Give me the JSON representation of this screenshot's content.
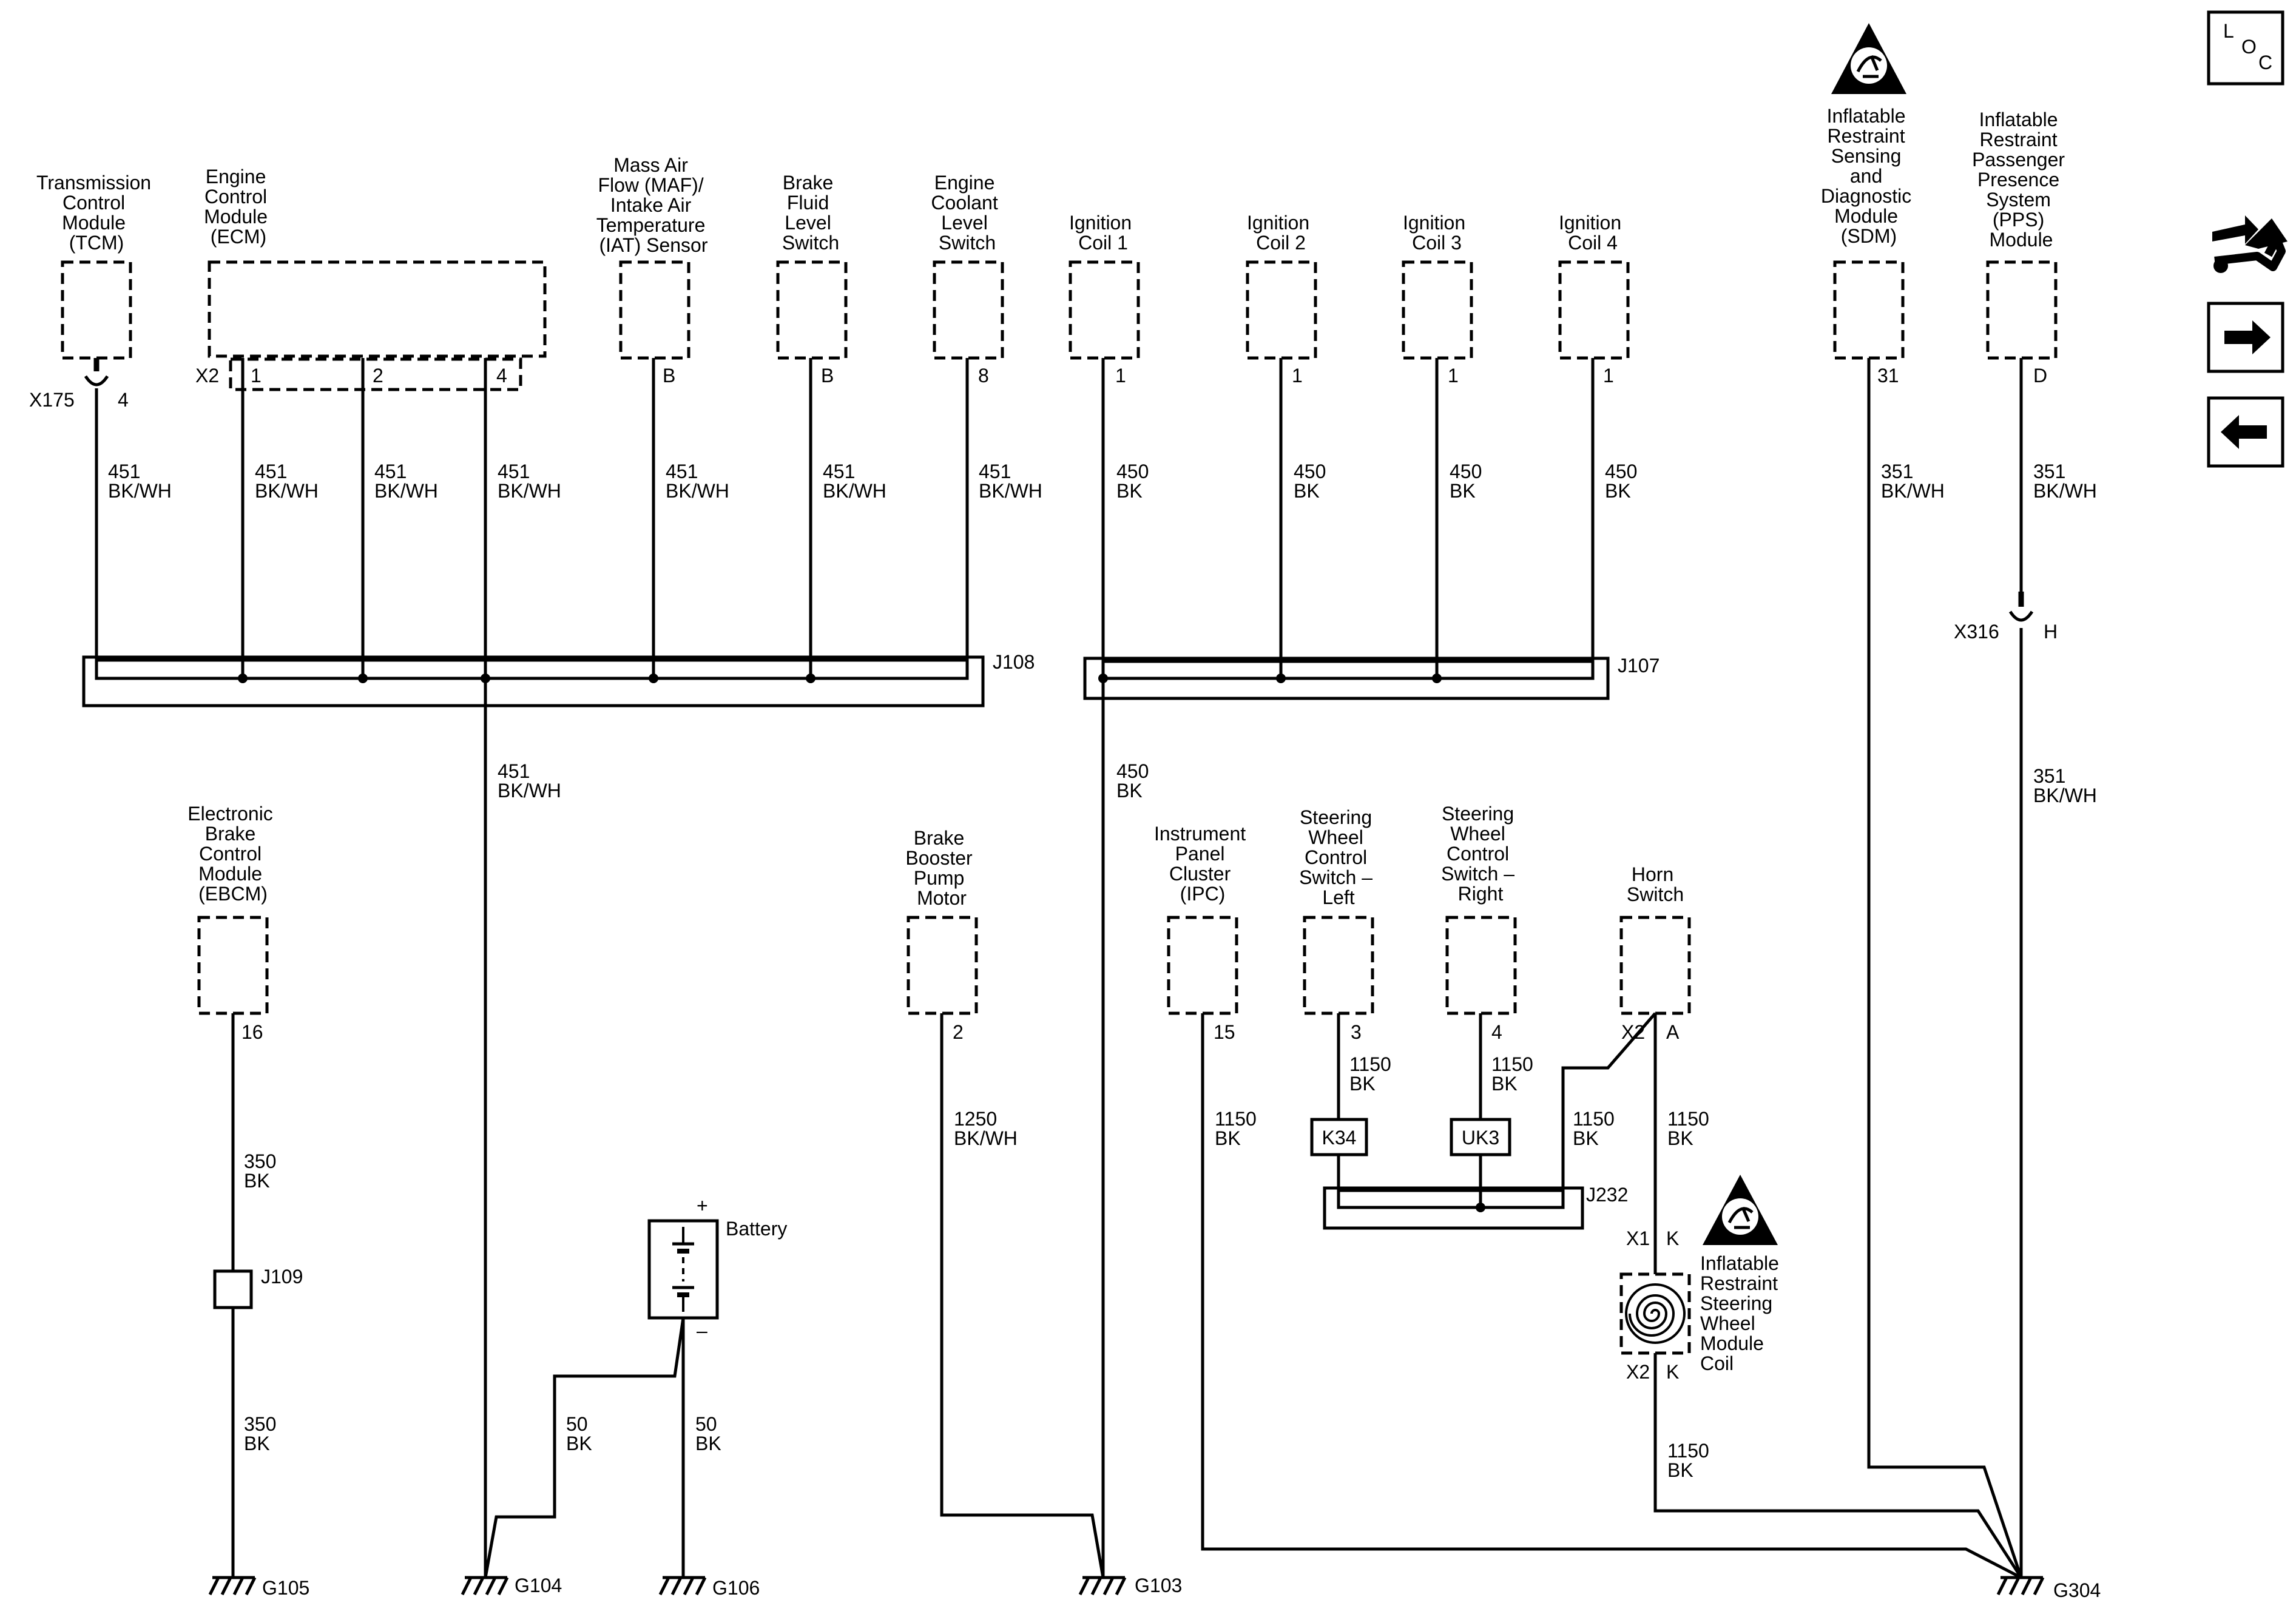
{
  "components": {
    "tcm": {
      "label": [
        "Transmission",
        "Control",
        "Module",
        "(TCM)"
      ],
      "pin": "4",
      "connector": "X175"
    },
    "ecm": {
      "label": [
        "Engine",
        "Control",
        "Module",
        "(ECM)"
      ],
      "connector": "X2",
      "pins": [
        "1",
        "2",
        "4"
      ]
    },
    "maf": {
      "label": [
        "Mass Air",
        "Flow (MAF)/",
        "Intake Air",
        "Temperature",
        "(IAT) Sensor"
      ],
      "pin": "B"
    },
    "brake_fluid": {
      "label": [
        "Brake",
        "Fluid",
        "Level",
        "Switch"
      ],
      "pin": "B"
    },
    "coolant": {
      "label": [
        "Engine",
        "Coolant",
        "Level",
        "Switch"
      ],
      "pin": "8"
    },
    "coil1": {
      "label": [
        "Ignition",
        "Coil 1"
      ],
      "pin": "1"
    },
    "coil2": {
      "label": [
        "Ignition",
        "Coil 2"
      ],
      "pin": "1"
    },
    "coil3": {
      "label": [
        "Ignition",
        "Coil 3"
      ],
      "pin": "1"
    },
    "coil4": {
      "label": [
        "Ignition",
        "Coil 4"
      ],
      "pin": "1"
    },
    "sdm": {
      "label": [
        "Inflatable",
        "Restraint",
        "Sensing",
        "and",
        "Diagnostic",
        "Module",
        "(SDM)"
      ],
      "pin": "31"
    },
    "pps": {
      "label": [
        "Inflatable",
        "Restraint",
        "Passenger",
        "Presence",
        "System",
        "(PPS)",
        "Module"
      ],
      "pin": "D",
      "connector": "X316",
      "conn_pin": "H"
    },
    "ebcm": {
      "label": [
        "Electronic",
        "Brake",
        "Control",
        "Module",
        "(EBCM)"
      ],
      "pin": "16"
    },
    "brake_booster": {
      "label": [
        "Brake",
        "Booster",
        "Pump",
        "Motor"
      ],
      "pin": "2"
    },
    "ipc": {
      "label": [
        "Instrument",
        "Panel",
        "Cluster",
        "(IPC)"
      ],
      "pin": "15"
    },
    "sw_left": {
      "label": [
        "Steering",
        "Wheel",
        "Control",
        "Switch –",
        "Left"
      ],
      "pin": "3"
    },
    "sw_right": {
      "label": [
        "Steering",
        "Wheel",
        "Control",
        "Switch –",
        "Right"
      ],
      "pin": "4"
    },
    "horn": {
      "label": [
        "Horn",
        "Switch"
      ],
      "connector": "X2",
      "pin": "A"
    },
    "sw_coil": {
      "label": [
        "Inflatable",
        "Restraint",
        "Steering",
        "Wheel",
        "Module",
        "Coil"
      ],
      "top_conn": "X1",
      "top_pin": "K",
      "bot_conn": "X2",
      "bot_pin": "K"
    },
    "battery": {
      "label": "Battery",
      "plus": "+",
      "minus": "–"
    }
  },
  "wires": {
    "tcm": [
      "451",
      "BK/WH"
    ],
    "ecm1": [
      "451",
      "BK/WH"
    ],
    "ecm2": [
      "451",
      "BK/WH"
    ],
    "ecm4": [
      "451",
      "BK/WH"
    ],
    "maf": [
      "451",
      "BK/WH"
    ],
    "brake_fluid": [
      "451",
      "BK/WH"
    ],
    "coolant": [
      "451",
      "BK/WH"
    ],
    "coil1": [
      "450",
      "BK"
    ],
    "coil2": [
      "450",
      "BK"
    ],
    "coil3": [
      "450",
      "BK"
    ],
    "coil4": [
      "450",
      "BK"
    ],
    "sdm": [
      "351",
      "BK/WH"
    ],
    "pps": [
      "351",
      "BK/WH"
    ],
    "pps_low": [
      "351",
      "BK/WH"
    ],
    "j108_out": [
      "451",
      "BK/WH"
    ],
    "j107_out": [
      "450",
      "BK"
    ],
    "ebcm_up": [
      "350",
      "BK"
    ],
    "ebcm_low": [
      "350",
      "BK"
    ],
    "booster": [
      "1250",
      "BK/WH"
    ],
    "ipc": [
      "1150",
      "BK"
    ],
    "sw_left": [
      "1150",
      "BK"
    ],
    "sw_right": [
      "1150",
      "BK"
    ],
    "j232_out": [
      "1150",
      "BK"
    ],
    "horn": [
      "1150",
      "BK"
    ],
    "coil_out": [
      "1150",
      "BK"
    ],
    "bat_g104": [
      "50",
      "BK"
    ],
    "bat_g106": [
      "50",
      "BK"
    ]
  },
  "splices": {
    "j108": "J108",
    "j107": "J107",
    "j109": "J109",
    "j232": "J232",
    "k34": "K34",
    "uk3": "UK3"
  },
  "grounds": {
    "g105": "G105",
    "g104": "G104",
    "g106": "G106",
    "g103": "G103",
    "g304": "G304"
  },
  "nav": {
    "loc": {
      "l": "L",
      "o": "O",
      "c": "C"
    },
    "icons": [
      "connector-tool-icon",
      "arrow-right-icon",
      "arrow-left-icon"
    ]
  },
  "icons": [
    "airbag-warning-icon",
    "battery-icon",
    "clockspring-coil-icon",
    "ground-icon"
  ]
}
